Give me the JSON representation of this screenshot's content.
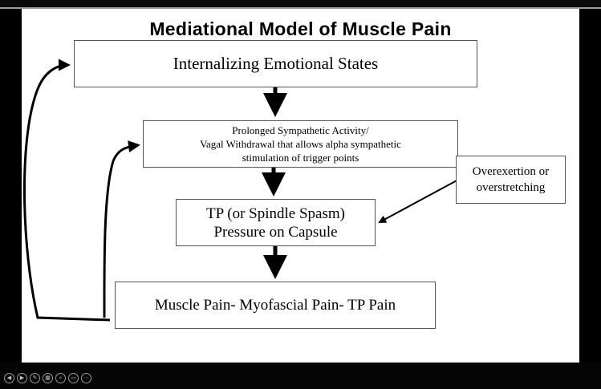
{
  "slide": {
    "title": "Mediational Model of Muscle Pain",
    "boxes": {
      "internalizing": "Internalizing Emotional States",
      "sympathetic": "Prolonged Sympathetic Activity/\nVagal Withdrawal that allows alpha sympathetic\nstimulation of trigger points",
      "tp": "TP (or Spindle Spasm)\nPressure on Capsule",
      "pain": "Muscle Pain- Myofascial Pain- TP Pain",
      "overexertion": "Overexertion or\noverstretching"
    }
  },
  "controls": [
    {
      "name": "previous-slide-icon",
      "glyph": "◀"
    },
    {
      "name": "next-slide-icon",
      "glyph": "▶"
    },
    {
      "name": "pen-icon",
      "glyph": "✎"
    },
    {
      "name": "slides-grid-icon",
      "glyph": "▦"
    },
    {
      "name": "zoom-icon",
      "glyph": "⌕"
    },
    {
      "name": "subtitles-icon",
      "glyph": "▭"
    },
    {
      "name": "more-options-icon",
      "glyph": "⋯"
    }
  ]
}
